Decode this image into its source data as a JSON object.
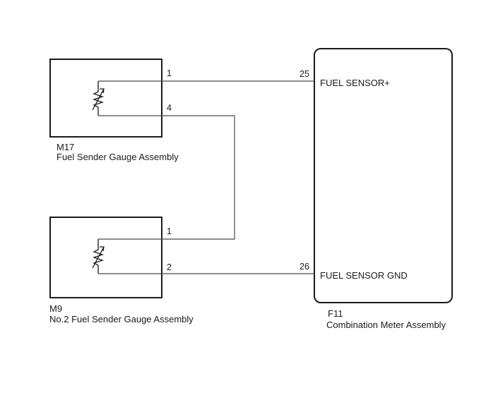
{
  "components": {
    "m17": {
      "code": "M17",
      "name": "Fuel Sender Gauge Assembly",
      "pin_top": "1",
      "pin_bottom": "4"
    },
    "m9": {
      "code": "M9",
      "name": "No.2 Fuel Sender Gauge Assembly",
      "pin_top": "1",
      "pin_bottom": "2"
    },
    "f11": {
      "code": "F11",
      "name": "Combination Meter Assembly",
      "pin_sensor_plus": "25",
      "label_sensor_plus": "FUEL SENSOR+",
      "pin_sensor_gnd": "26",
      "label_sensor_gnd": "FUEL SENSOR GND"
    }
  }
}
